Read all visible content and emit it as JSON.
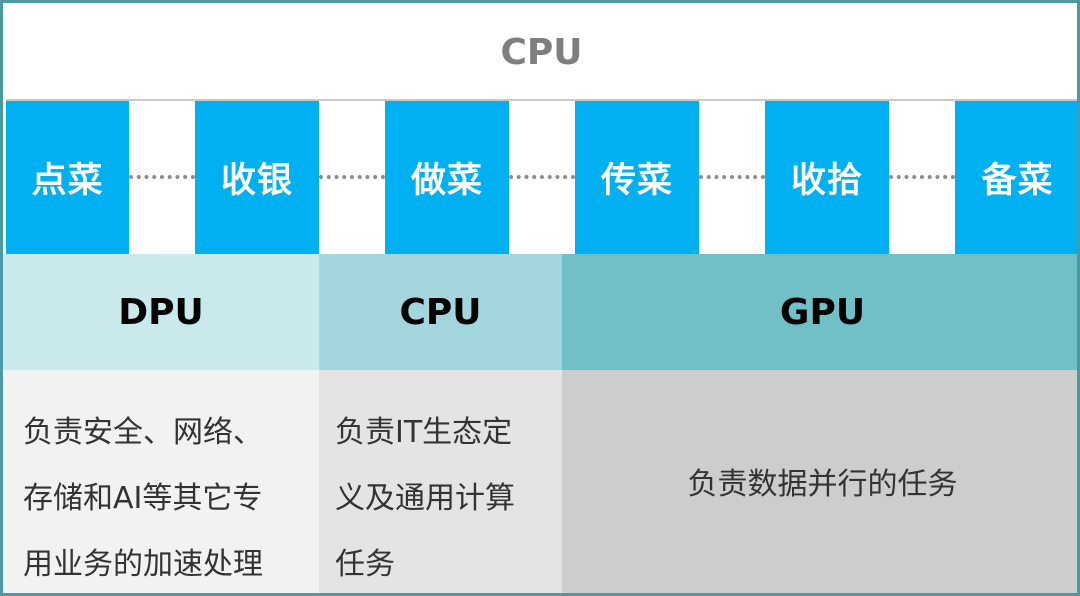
{
  "top_banner": {
    "label": "CPU"
  },
  "steps": [
    {
      "label": "点菜"
    },
    {
      "label": "收银"
    },
    {
      "label": "做菜"
    },
    {
      "label": "传菜"
    },
    {
      "label": "收拾"
    },
    {
      "label": "备菜"
    }
  ],
  "processors": [
    {
      "label": "DPU",
      "color": "#c9e9ed"
    },
    {
      "label": "CPU",
      "color": "#a3d6dc"
    },
    {
      "label": "GPU",
      "color": "#70c0c8"
    }
  ],
  "descriptions": {
    "dpu": [
      "负责安全、网络、",
      "存储和AI等其它专",
      "用业务的加速处理"
    ],
    "cpu": [
      "负责IT生态定",
      "义及通用计算",
      "任务"
    ],
    "gpu": "负责数据并行的任务"
  },
  "colors": {
    "step_blue": "#00b0f0",
    "frame": "#4b9aa3",
    "desc_left_bg": "#f2f2f2",
    "desc_mid_bg": "#e4e4e4",
    "desc_right_bg": "#cdcdcd"
  }
}
